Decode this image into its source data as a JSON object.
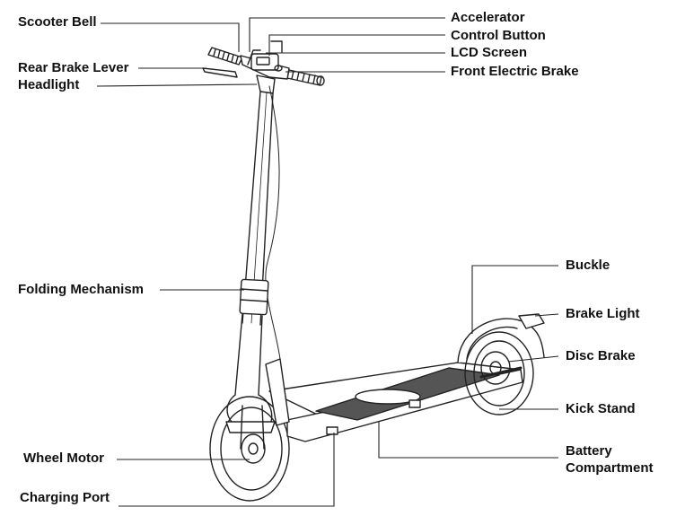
{
  "labels": {
    "scooter_bell": "Scooter Bell",
    "rear_brake_lever": "Rear Brake Lever",
    "headlight": "Headlight",
    "folding_mechanism": "Folding Mechanism",
    "wheel_motor": "Wheel Motor",
    "charging_port": "Charging Port",
    "accelerator": "Accelerator",
    "control_button": "Control Button",
    "lcd_screen": "LCD Screen",
    "front_electric_brake": "Front Electric Brake",
    "buckle": "Buckle",
    "brake_light": "Brake Light",
    "disc_brake": "Disc Brake",
    "kick_stand": "Kick Stand",
    "battery_line1": "Battery",
    "battery_line2": "Compartment"
  },
  "colors": {
    "line": "#222222",
    "text": "#111111",
    "background": "#ffffff"
  }
}
